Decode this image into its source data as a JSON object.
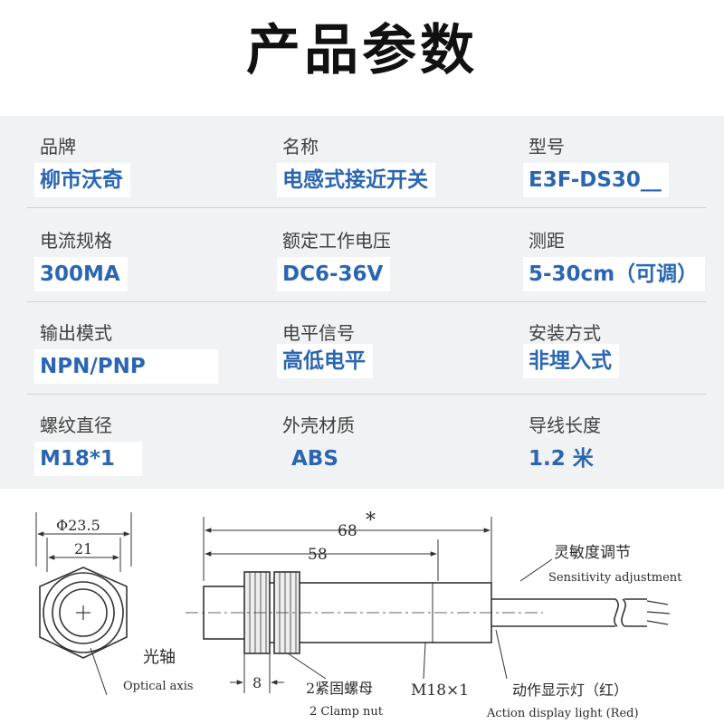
{
  "title": "产品参数",
  "specs": [
    [
      {
        "label": "品牌",
        "value": "柳市沃奇"
      },
      {
        "label": "名称",
        "value": "电感式接近开关"
      },
      {
        "label": "型号",
        "value": "E3F-DS30__"
      }
    ],
    [
      {
        "label": "电流规格",
        "value": "300MA"
      },
      {
        "label": "额定工作电压",
        "value": "DC6-36V"
      },
      {
        "label": "测距",
        "value": "5-30cm（可调）"
      }
    ],
    [
      {
        "label": "输出模式",
        "value": "NPN/PNP"
      },
      {
        "label": "电平信号",
        "value": "高低电平"
      },
      {
        "label": "安装方式",
        "value": "非埋入式"
      }
    ],
    [
      {
        "label": "螺纹直径",
        "value": "M18*1"
      },
      {
        "label": "外壳材质",
        "value": "ABS"
      },
      {
        "label": "导线长度",
        "value": "1.2 米"
      }
    ]
  ],
  "diagram": {
    "outer_diameter": "Φ23.5",
    "inner_diameter": "21",
    "total_length": "68",
    "total_length_mark": "*",
    "body_length": "58",
    "nut_width": "8",
    "thread": "M18×1",
    "sensitivity_cn": "灵敏度调节",
    "sensitivity_en": "Sensitivity adjustment",
    "optical_axis_cn": "光轴",
    "optical_axis_en": "Optical axis",
    "clamp_nut_cn": "2紧固螺母",
    "clamp_nut_en": "2 Clamp nut",
    "action_light": "动作显示灯（红）",
    "action_light_en": "Action display light (Red)"
  }
}
